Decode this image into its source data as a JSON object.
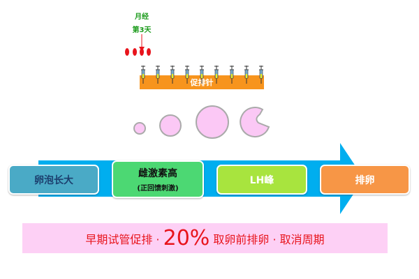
{
  "top": {
    "line1": "月经",
    "line2": "第3天"
  },
  "injection_bar": "促排针",
  "stages": [
    {
      "label": "卵泡长大",
      "color": "#4aaac6"
    },
    {
      "label": "雌激素高",
      "sub": "(正回馈刺激)",
      "color": "#4cd873"
    },
    {
      "label": "LH峰",
      "color": "#a8e43e"
    },
    {
      "label": "排卵",
      "color": "#f79646"
    }
  ],
  "banner": {
    "part1": "早期试管促排 · ",
    "percent": "20%",
    "part2": " 取卵前排卵 · 取消周期"
  },
  "colors": {
    "arrow": "#00aeef",
    "follicle": "#fbc8f5"
  }
}
